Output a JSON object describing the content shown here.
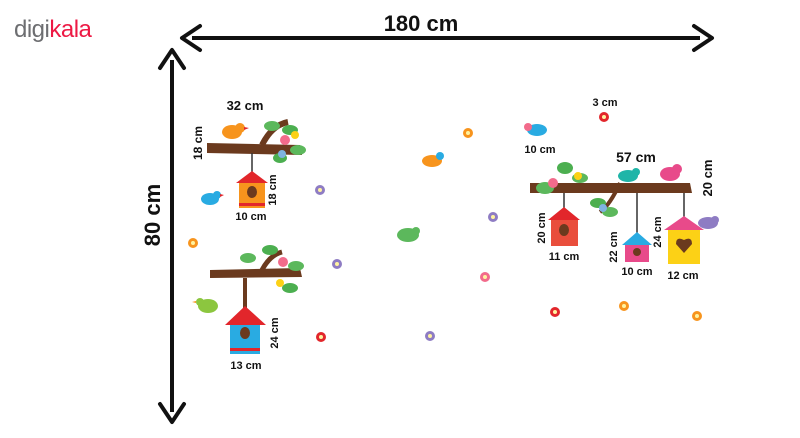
{
  "logo": {
    "part1": "digi",
    "part2": "kala",
    "brand_color": "#ed1944",
    "text_color": "#6d6e71"
  },
  "dimensions": {
    "width": "180 cm",
    "height": "80 cm"
  },
  "labels": {
    "branch_top_left": "32 cm",
    "branch_top_left_height": "18 cm",
    "house_tl_height": "18 cm",
    "house_tl_width": "10 cm",
    "house_bl_height": "24 cm",
    "house_bl_width": "13 cm",
    "flower_small": "3 cm",
    "bird_small": "10 cm",
    "branch_right": "57 cm",
    "branch_right_height": "20 cm",
    "house_r1_height": "20 cm",
    "house_r1_width": "11 cm",
    "house_r2_height": "22 cm",
    "house_r2_width": "10 cm",
    "house_r3_height": "24 cm",
    "house_r3_width": "12 cm"
  },
  "colors": {
    "branch": "#6b3a1e",
    "leaf": "#5cb85c",
    "house_orange": "#f7941d",
    "house_blue": "#29abe2",
    "house_red": "#e94e3c",
    "house_pink": "#e84a8a",
    "house_yellow": "#fcd116",
    "roof_red": "#e2262b"
  }
}
